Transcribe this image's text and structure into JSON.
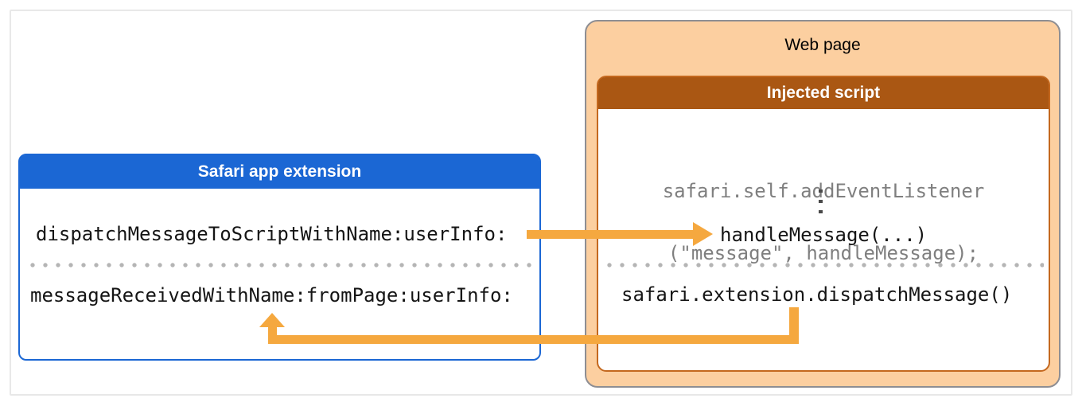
{
  "figure": {
    "extension_box": {
      "title": "Safari app extension",
      "dispatch_method": "dispatchMessageToScriptWithName:userInfo:",
      "receive_method": "messageReceivedWithName:fromPage:userInfo:"
    },
    "webpage_box": {
      "title": "Web page",
      "injected_script": {
        "title": "Injected script",
        "listener_line1": "safari.self.addEventListener",
        "listener_line2": "(\"message\", handleMessage);",
        "handler_call": "handleMessage(...)",
        "dispatch_call": "safari.extension.dispatchMessage()"
      }
    },
    "colors": {
      "extension_header": "#1B67D4",
      "injected_header": "#AA5713",
      "webpage_fill": "#FCCFA0",
      "injected_border": "#C4681E",
      "webpage_border": "#8E8E93",
      "arrow": "#F5A83F",
      "muted_code": "#7F7F7F",
      "divider_dots": "#B5B5B5",
      "frame_border": "#E8E8E8"
    }
  }
}
